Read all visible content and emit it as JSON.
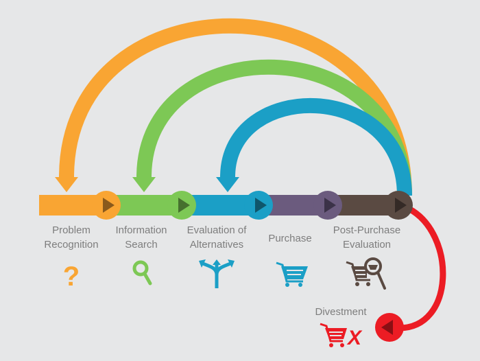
{
  "colors": {
    "background": "#e6e7e8",
    "orange": "#f9a533",
    "green": "#7dc855",
    "blue": "#1b9fc6",
    "purple": "#6b5b7e",
    "brown": "#5a4a42",
    "red": "#ec1c24",
    "text": "#7d7d7d"
  },
  "stages": [
    {
      "line1": "Problem",
      "line2": "Recognition",
      "icon": "question-mark-icon"
    },
    {
      "line1": "Information",
      "line2": "Search",
      "icon": "magnifier-icon"
    },
    {
      "line1": "Evaluation of",
      "line2": "Alternatives",
      "icon": "branching-arrows-icon"
    },
    {
      "line1": "Purchase",
      "line2": "",
      "icon": "shopping-cart-icon"
    },
    {
      "line1": "Post-Purchase",
      "line2": "Evaluation",
      "icon": "cart-magnifier-icon"
    }
  ],
  "divestment": {
    "label": "Divestment",
    "icon": "cart-x-icon"
  }
}
